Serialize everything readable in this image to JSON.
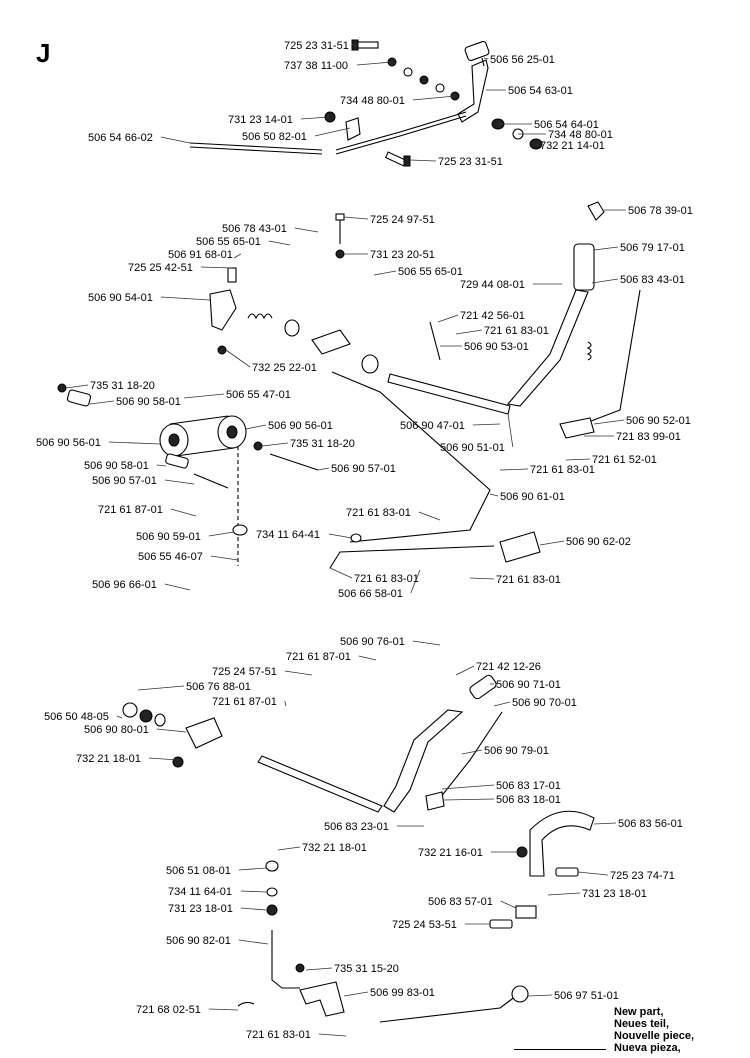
{
  "section_letter": "J",
  "legend": [
    "New part,",
    "Neues teil,",
    "Nouvelle piece,",
    "Nueva pieza,"
  ],
  "labels": [
    "725 23 31-51",
    "737 38 11-00",
    "734 48 80-01",
    "506 56 25-01",
    "506 54 63-01",
    "731 23 14-01",
    "506 50 82-01",
    "506 54 66-02",
    "506 54 64-01",
    "734 48 80-01",
    "732 21 14-01",
    "725 23 31-51",
    "725 24 97-51",
    "506 78 39-01",
    "506 78 43-01",
    "506 55 65-01",
    "506 91 68-01",
    "731 23 20-51",
    "725 25 42-51",
    "506 79 17-01",
    "506 55 65-01",
    "729 44 08-01",
    "506 83 43-01",
    "506 90 54-01",
    "721 42 56-01",
    "721 61 83-01",
    "506 90 53-01",
    "732 25 22-01",
    "735 31 18-20",
    "506 55 47-01",
    "506 90 58-01",
    "506 90 56-01",
    "506 90 47-01",
    "506 90 52-01",
    "735 31 18-20",
    "506 90 56-01",
    "721 83 99-01",
    "506 90 51-01",
    "721 61 52-01",
    "506 90 58-01",
    "506 90 57-01",
    "721 61 83-01",
    "506 90 57-01",
    "506 90 61-01",
    "721 61 87-01",
    "721 61 83-01",
    "506 90 59-01",
    "734 11 64-41",
    "506 90 62-02",
    "506 55 46-07",
    "506 96 66-01",
    "721 61 83-01",
    "721 61 83-01",
    "506 66 58-01",
    "506 90 76-01",
    "721 61 87-01",
    "725 24 57-51",
    "721 42 12-26",
    "506 76 88-01",
    "506 90 71-01",
    "721 61 87-01",
    "506 90 70-01",
    "506 50 48-05",
    "506 90 80-01",
    "506 90 79-01",
    "732 21 18-01",
    "506 83 17-01",
    "506 83 18-01",
    "506 83 56-01",
    "506 83 23-01",
    "732 21 18-01",
    "732 21 16-01",
    "506 51 08-01",
    "725 23 74-71",
    "734 11 64-01",
    "731 23 18-01",
    "731 23 18-01",
    "506 83 57-01",
    "725 24 53-51",
    "506 90 82-01",
    "735 31 15-20",
    "506 99 83-01",
    "506 97 51-01",
    "721 68 02-51",
    "721 61 83-01"
  ]
}
